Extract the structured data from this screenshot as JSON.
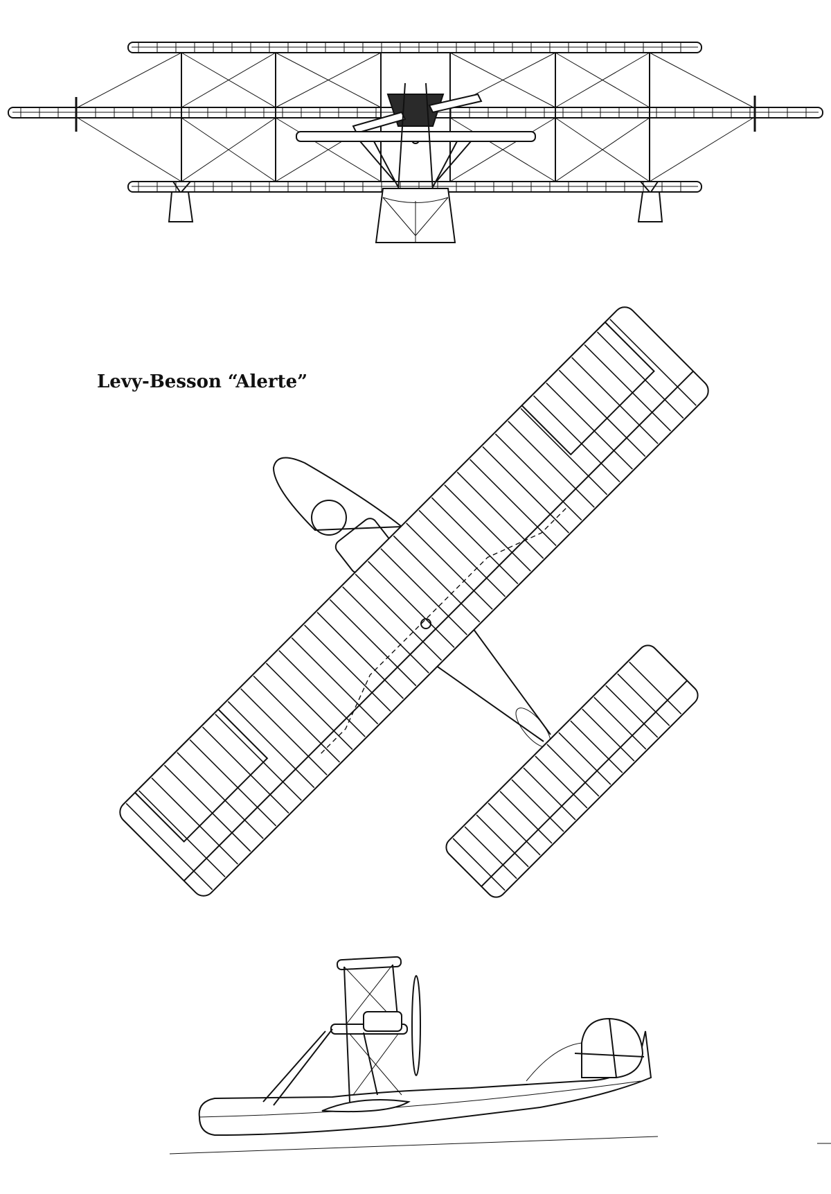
{
  "title": "Levy-Besson “Alerte”",
  "views": {
    "front": "front-view",
    "plan": "plan-view",
    "side": "side-view"
  },
  "colors": {
    "ink": "#111111",
    "paper": "#ffffff",
    "engine_fill": "#2a2a2a"
  }
}
